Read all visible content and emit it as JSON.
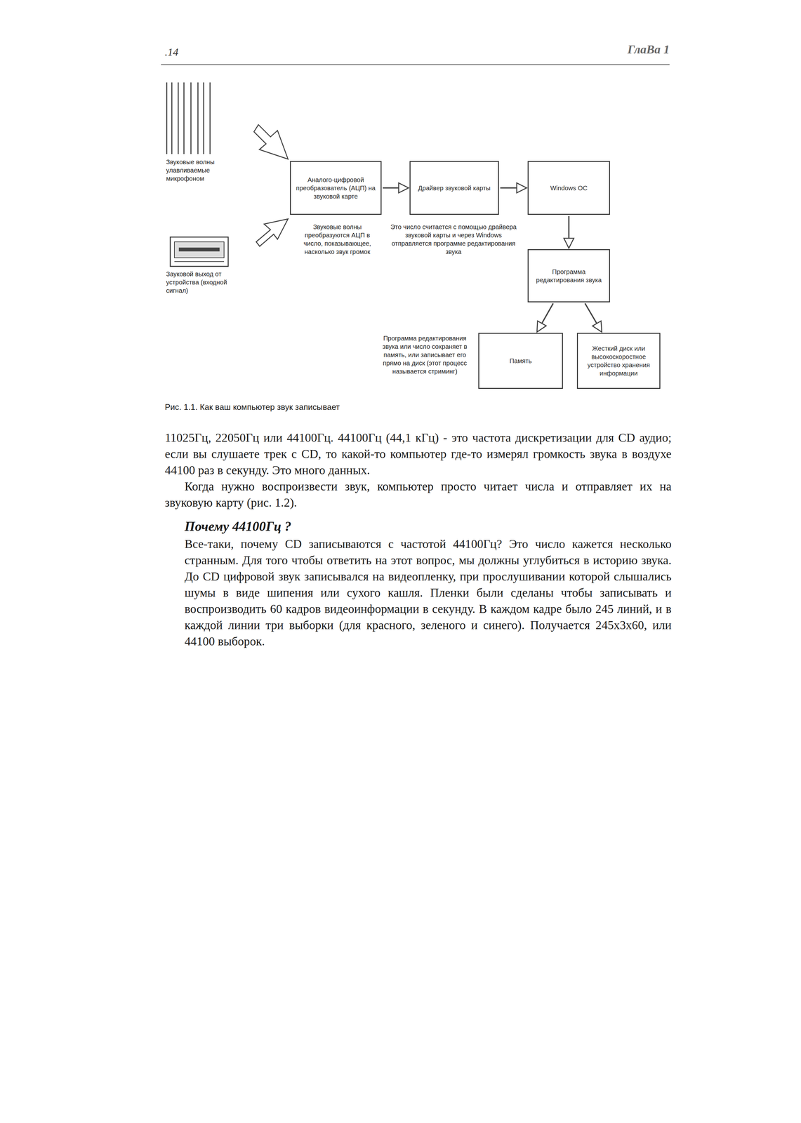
{
  "diagram": {
    "caption": "Рис. 1.1. Как ваш компьютер звук записывает",
    "nodes": [
      {
        "text": [
          "Аналого-цифровой преобразователь (АЦП) на звуковой карте"
        ]
      },
      {
        "text": [
          "Драйвер звуковой карты"
        ]
      },
      {
        "text": [
          "Windows OC"
        ]
      },
      {
        "text": [
          "Программа редактирования звука"
        ]
      },
      {
        "text": [
          "Память"
        ]
      },
      {
        "text": [
          "Жесткий диск или высокоскоростное устройство хранения информации"
        ]
      }
    ],
    "edges": [
      {
        "from": 0,
        "to": 1,
        "arrow": "to"
      },
      {
        "from": 1,
        "to": 2,
        "arrow": "to"
      },
      {
        "from": 2,
        "to": 3,
        "arrow": "to"
      },
      {
        "from": 3,
        "to": 4,
        "arrow": "to"
      },
      {
        "from": 3,
        "to": 5,
        "arrow": "to"
      }
    ],
    "labels": [
      ".14",
      "ГлаВа 1",
      "Звуковые волны улавливаемые микрофоном",
      "Зауковой выход от устройства (входной сигнал)",
      "Звуковые волны преобразуются АЦП в число, показывающее, насколько звук громок",
      "Это число считается с помощью драйвера звуковой карты и через Windows отправляется программе редактирования звука",
      "Программа редактирования звука или число сохраняет в память, или записывает его прямо на диск (этот процесс называется стриминг)",
      "11025Гц, 22050Гц или 44100Гц. 44100Гц (44,1 кГц) - это частота дискретизации для CD аудио; если вы слушаете трек с CD, то какой-то компьютер где-то измерял громкость звука в воздухе 44100 раз в секунду. Это много данных.",
      "Когда нужно воспроизвести звук, компьютер просто читает числа и отправляет их на звуковую карту (рис. 1.2).",
      "Почему 44100Гц ?",
      "Все-таки, почему CD записываются с частотой 44100Гц? Это число кажется несколько странным. Для того чтобы ответить на этот вопрос, мы должны углубиться в историю звука. До CD цифровой звук записывался на видеопленку, при прослушивании которой слышались шумы в виде шипения или сухого кашля. Пленки были сделаны чтобы записывать и воспроизводить 60 кадров видеоинформации в секунду. В каждом кадре было 245 линий, и в каждой линии три выборки (для красного, зеленого и синего). Получается 245x3x60, или 44100 выборок."
    ]
  }
}
